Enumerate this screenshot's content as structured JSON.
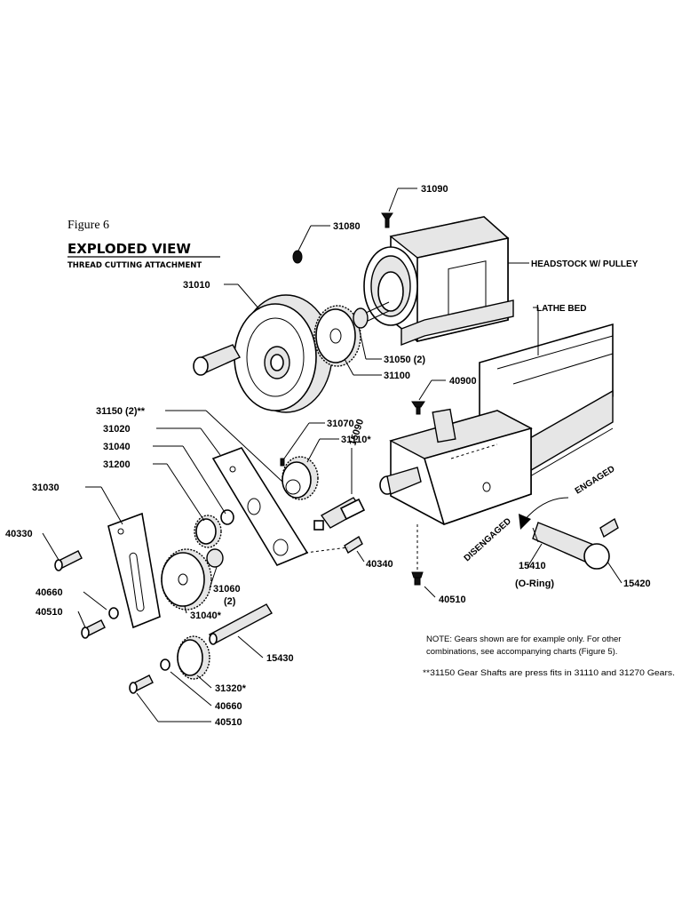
{
  "figure_label": "Figure 6",
  "title": "EXPLODED VIEW",
  "subtitle": "THREAD CUTTING ATTACHMENT",
  "parts": {
    "p31090": "31090",
    "p31080": "31080",
    "headstock": "HEADSTOCK W/ PULLEY",
    "p31010": "31010",
    "lathe_bed": "LATHE BED",
    "p31050": "31050 (2)",
    "p31100": "31100",
    "p40900": "40900",
    "p31150": "31150 (2)**",
    "p31070": "31070",
    "p31110": "31110*",
    "p31020": "31020",
    "p15090": "15090",
    "p31040a": "31040",
    "p31200": "31200",
    "engaged": "ENGAGED",
    "p31030": "31030",
    "disengaged": "DISENGAGED",
    "p40330": "40330",
    "p40340": "40340",
    "p15410": "15410",
    "o_ring": "(O-Ring)",
    "p15420": "15420",
    "p31060": "31060",
    "p31060_qty": "(2)",
    "p40660a": "40660",
    "p40510a": "40510",
    "p31040b": "31040*",
    "p40510b": "40510",
    "p15430": "15430",
    "p31320": "31320*",
    "p40660b": "40660",
    "p40510c": "40510"
  },
  "note": {
    "line1": "NOTE: Gears shown are for example only.  For other",
    "line2": "combinations, see accompanying charts (Figure 5).",
    "line3": "**31150 Gear Shafts are press fits in 31110 and 31270 Gears."
  }
}
